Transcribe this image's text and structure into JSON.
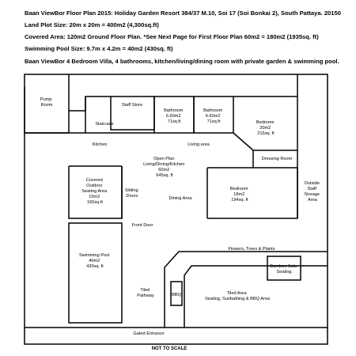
{
  "header": {
    "line1": "Baan ViewBor Floor Plan 2015: Holiday Garden Resort 384/37 M.10, Soi 17 (Soi Bonkai 2),  South Pattaya. 20150",
    "line2": "Land Plot Size: 20m x 20m = 400m2 (4,300sq.ft)",
    "line3": "Covered Area: 120m2 Ground Floor Plan. *See Next Page for First Floor Plan 60m2 = 180m2 (1935sq. ft)",
    "line4": "Swimming Pool Size: 9.7m x 4.2m = 40m2 (430sq. ft)",
    "line5": "Baan ViewBor 4 Bedroom Villa, 4 bathrooms, kitchen/living/dining room with private garden & swimming pool."
  },
  "rooms": {
    "pump_room": [
      "Pump",
      "Room"
    ],
    "staff_store": "Staff Store",
    "staircase": "Staircase",
    "bathroom1": [
      "Bathroom",
      "6.60m2",
      "71sq.ft"
    ],
    "bathroom2": [
      "Bathroom",
      "6.60m2",
      "71sq.ft"
    ],
    "bedroom1": [
      "Bedroom",
      "20m2",
      "215sq. ft"
    ],
    "kitchen": "Kitchen",
    "living_area": "Living area",
    "dressing_room": "Dressing Room",
    "open_plan": [
      "Open Plan",
      "Living/Dining/Kitchen",
      "60m2",
      "645sq. ft"
    ],
    "covered_seating": [
      "Covered",
      "Outdoor",
      "Seating Area",
      "15m2",
      "160sq.ft"
    ],
    "sliding_doors": [
      "Sliding",
      "Doors"
    ],
    "dining_area": "Dining Area",
    "bedroom2": [
      "Bedroom",
      "18m2",
      "194sq. ft"
    ],
    "outside_storage": [
      "Outside",
      "Staff",
      "Storage",
      "Area"
    ],
    "front_door": "Front Door",
    "flowers": "Flowers, Trees & Plants",
    "swimming_pool": [
      "Swimming Pool",
      "40m2",
      "430sq. ft"
    ],
    "bamboo_sala": [
      "Bamboo Sala",
      "Seating"
    ],
    "tiled_pathway": [
      "Tiled",
      "Pathway"
    ],
    "bbq": "BBQ",
    "tiled_area": [
      "Tiled Area",
      "Seating, Sunbathing & BBQ Area"
    ],
    "gated_entrance": "Gated Entrance",
    "not_to_scale": "NOT TO SCALE"
  }
}
